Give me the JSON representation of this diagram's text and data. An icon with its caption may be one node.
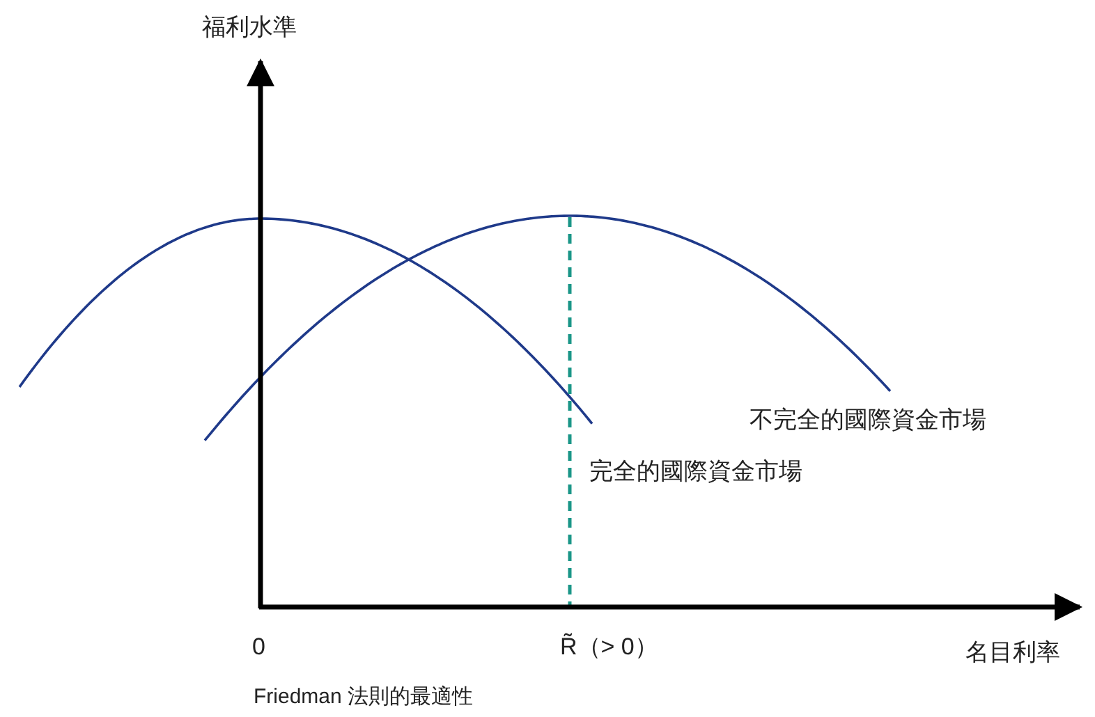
{
  "diagram": {
    "caption": "Friedman 法則的最適性",
    "labels": [
      "福利水準",
      "不完全的國際資金市場",
      "完全的國際資金市場",
      "0",
      "R̃（> 0）",
      "名目利率"
    ]
  }
}
